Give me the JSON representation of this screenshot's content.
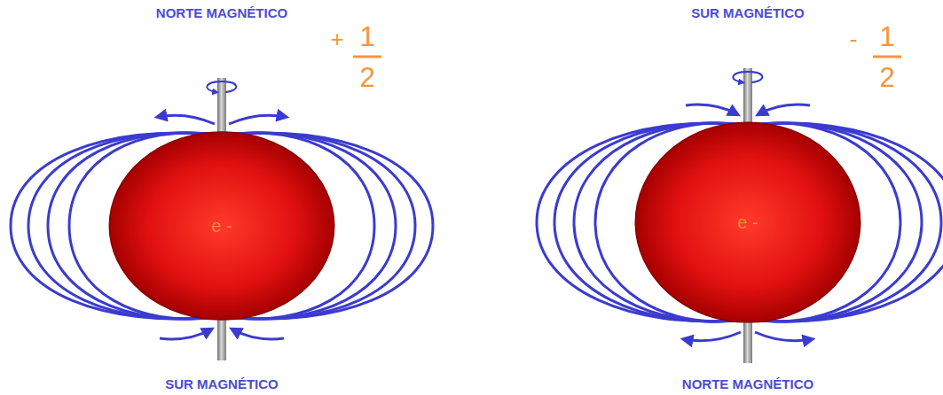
{
  "diagram": {
    "nodes": [
      {
        "text": [
          "e -"
        ]
      },
      {
        "text": [
          "e -"
        ]
      }
    ],
    "labels": [
      "NORTE MAGNÉTICO",
      "+",
      "1",
      "2",
      "SUR MAGNÉTICO",
      "SUR MAGNÉTICO",
      "-",
      "1",
      "2",
      "NORTE MAGNÉTICO"
    ]
  }
}
